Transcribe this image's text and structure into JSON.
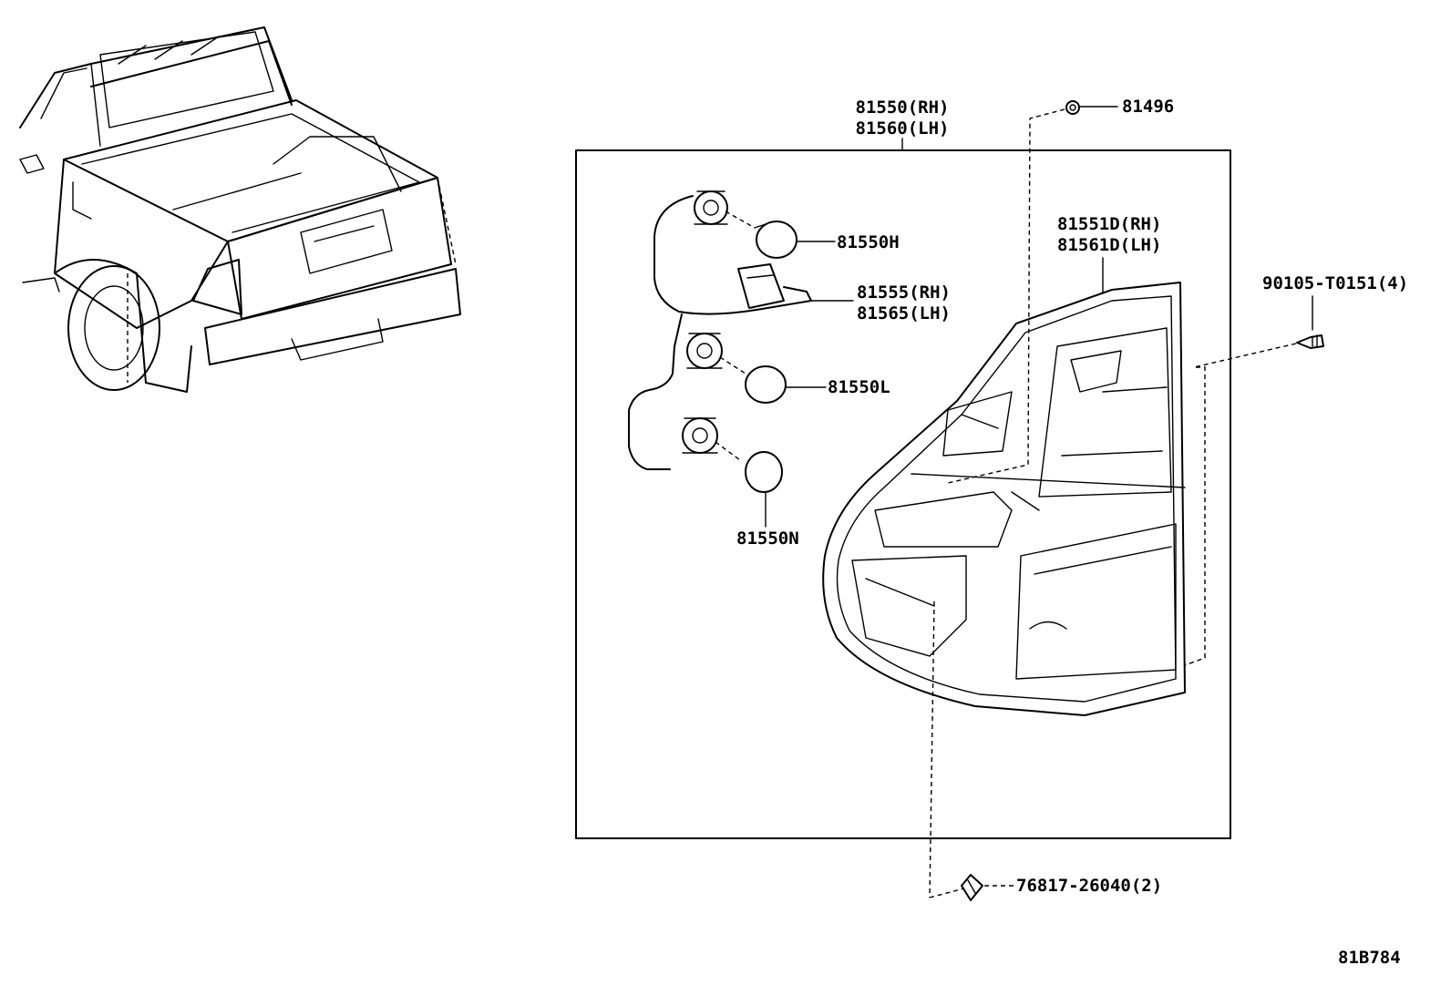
{
  "labels": {
    "assembly_rh": "81550(RH)",
    "assembly_lh": "81560(LH)",
    "clip_top": "81496",
    "bulb_h": "81550H",
    "socket_rh": "81555(RH)",
    "socket_lh": "81565(LH)",
    "bulb_l": "81550L",
    "bulb_n": "81550N",
    "lens_rh": "81551D(RH)",
    "lens_lh": "81561D(LH)",
    "screw": "90105-T0151(4)",
    "clip_bottom": "76817-26040(2)",
    "figure_code": "81B784"
  }
}
